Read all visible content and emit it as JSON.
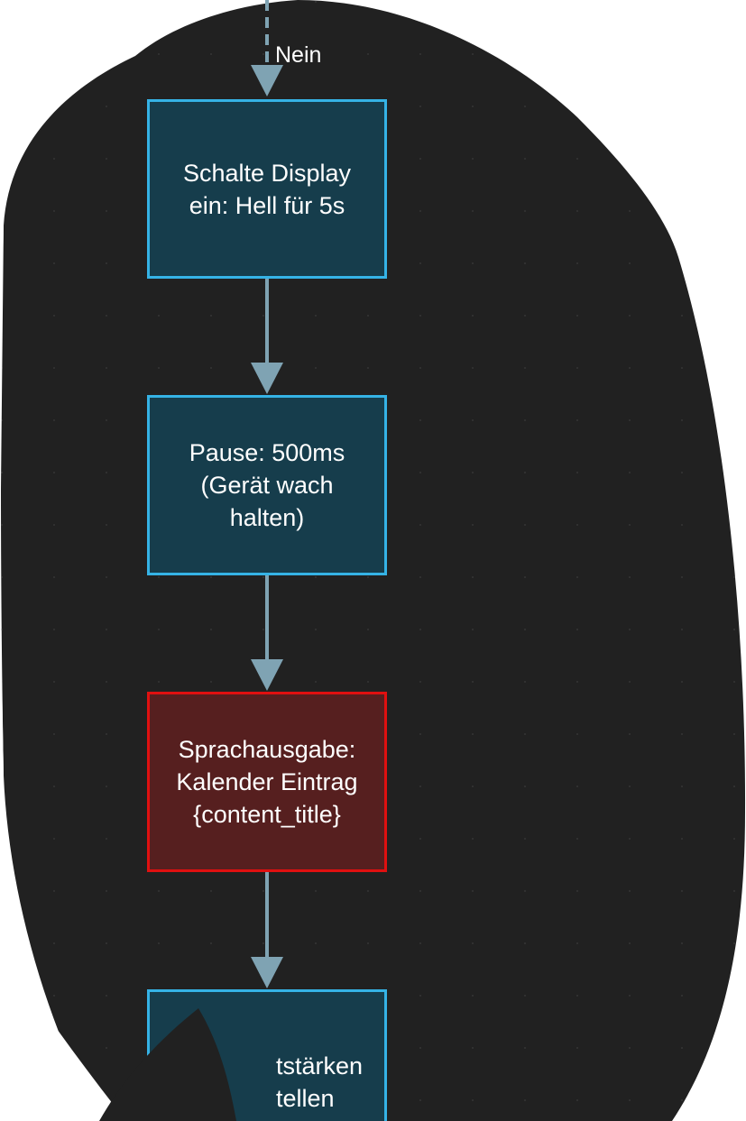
{
  "diagram": {
    "colors": {
      "canvas": "#212121",
      "node_fill": "#163d4c",
      "node_border": "#35b3e6",
      "alert_fill": "#561f1f",
      "alert_border": "#e01010",
      "connector": "#7fa3b3",
      "text": "#ffffff"
    },
    "incoming_label": "Nein",
    "nodes": [
      {
        "id": "display-on",
        "label": "Schalte Display\nein: Hell für 5s",
        "kind": "action"
      },
      {
        "id": "pause",
        "label": "Pause: 500ms\n(Gerät wach\nhalten)",
        "kind": "action"
      },
      {
        "id": "speech",
        "label": "Sprachausgabe:\nKalender Eintrag\n{content_title}",
        "kind": "alert"
      },
      {
        "id": "volume",
        "label": "tstärken\ntellen",
        "kind": "action",
        "partially_hidden": true
      }
    ]
  }
}
